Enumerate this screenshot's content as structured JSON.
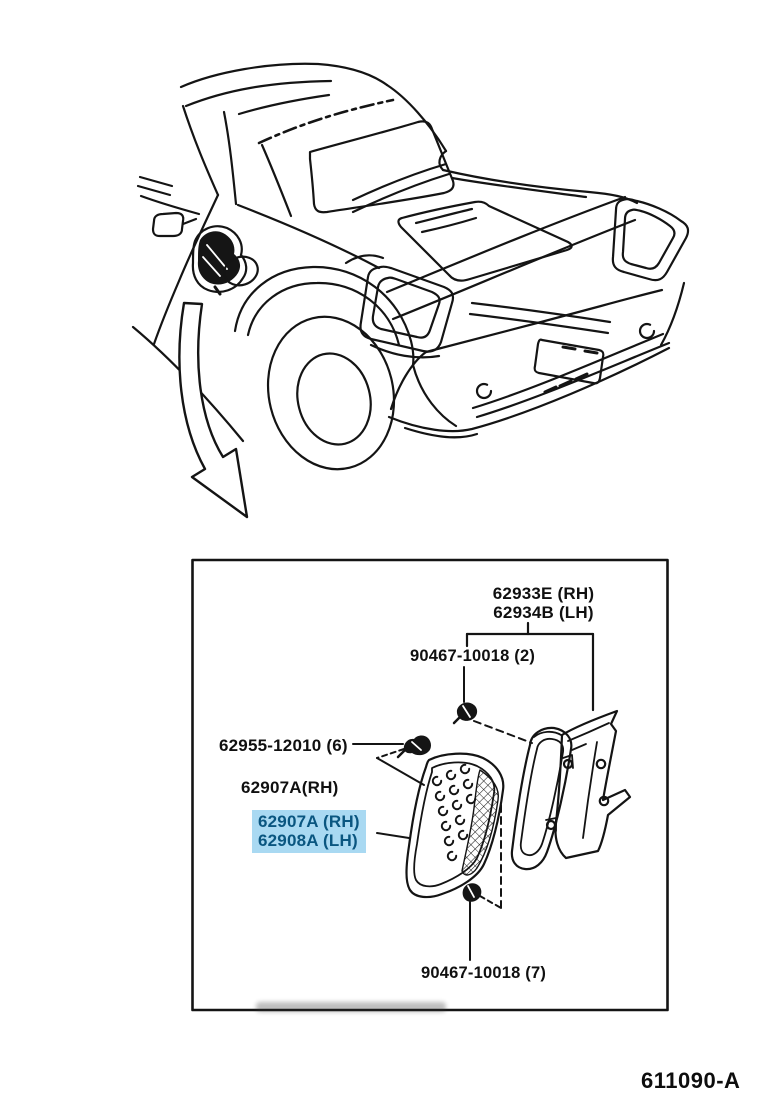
{
  "colors": {
    "line": "#141414",
    "highlight_bg": "#a9d9f2",
    "highlight_text": "#0a5680"
  },
  "labels": {
    "retainer_rh": "62933E (RH)",
    "retainer_lh": "62934B (LH)",
    "clip_upper": "90467-10018 (2)",
    "screw": "62955-12010 (6)",
    "assembly": "62907A(RH)",
    "highlight_rh": "62907A (RH)",
    "highlight_lh": "62908A (LH)",
    "clip_lower": "90467-10018 (7)"
  },
  "footer": {
    "drawing_code": "611090-A"
  },
  "illustration": {
    "car": "toyota-mr2-spyder-rear-quarter-line-art",
    "callout": "curved-arrow-to-detail-box",
    "parts": [
      "quarter-vent-louvre",
      "vent-duct",
      "louvre-retainer-panel"
    ],
    "fasteners": [
      "retainer-clip",
      "louvre-screw",
      "louvre-clip"
    ]
  }
}
